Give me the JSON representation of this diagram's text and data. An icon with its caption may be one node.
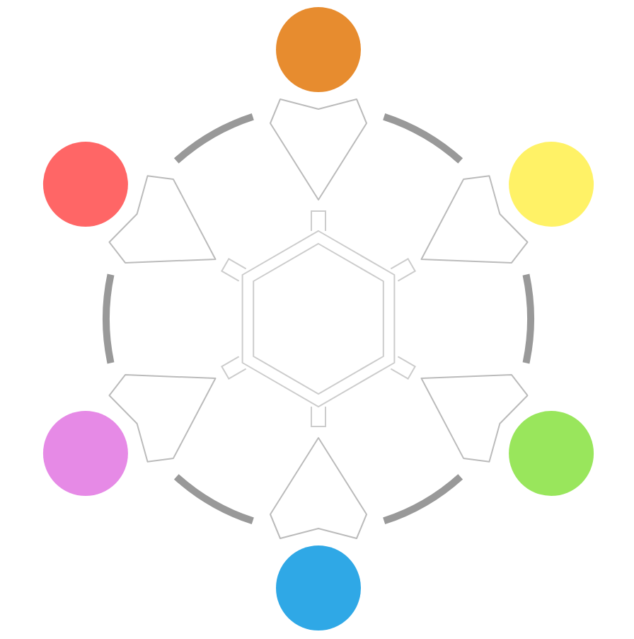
{
  "diagram": {
    "nodes": [
      {
        "text": [],
        "shape": "circle"
      },
      {
        "text": [],
        "shape": "pointer"
      },
      {
        "text": [],
        "shape": "circle"
      },
      {
        "text": [],
        "shape": "circle"
      },
      {
        "text": [],
        "shape": "pointer"
      },
      {
        "text": [],
        "shape": "pointer"
      },
      {
        "text": [],
        "shape": "hexagon"
      },
      {
        "text": [],
        "shape": "pointer"
      },
      {
        "text": [],
        "shape": "pointer"
      },
      {
        "text": [],
        "shape": "circle"
      },
      {
        "text": [],
        "shape": "circle"
      },
      {
        "text": [],
        "shape": "pointer"
      },
      {
        "text": [],
        "shape": "circle"
      }
    ]
  }
}
